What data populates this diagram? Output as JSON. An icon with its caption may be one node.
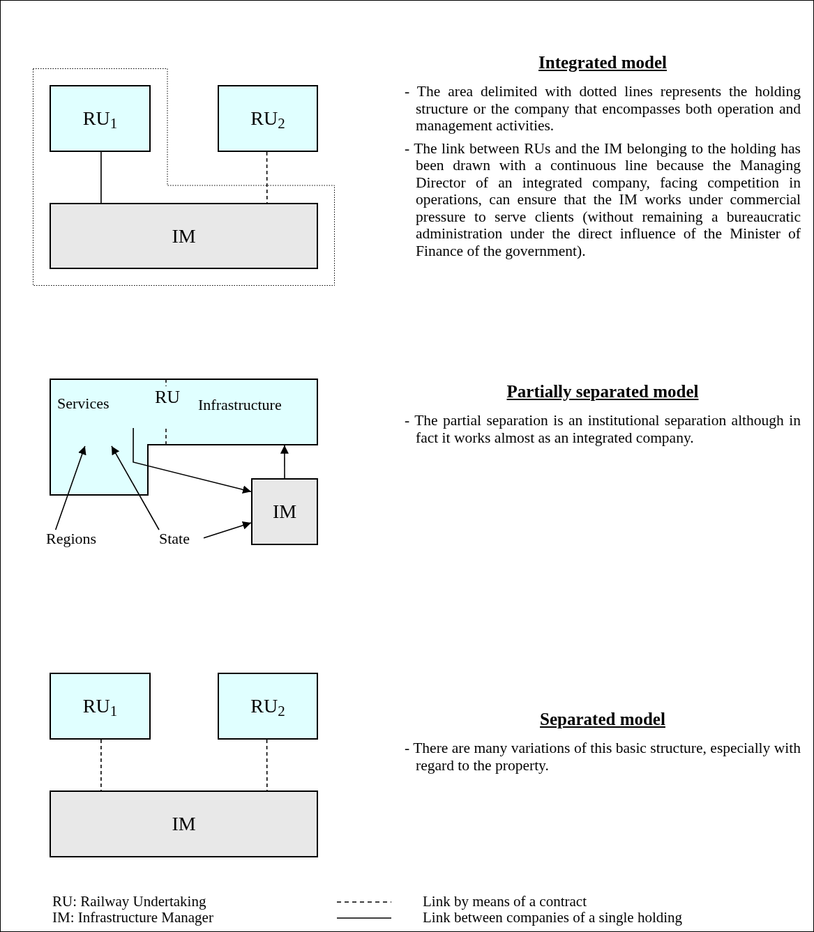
{
  "diagram": {
    "nodes": [
      {
        "text": [],
        "shape": "box"
      },
      {
        "text": [
          "RU$_{1}$"
        ],
        "in": 0
      },
      {
        "text": [
          "RU$_{2}$"
        ]
      },
      {
        "text": [
          "IM"
        ],
        "in": 0
      },
      {
        "text": [
          "Services",
          "RU",
          "Infrastructure"
        ]
      },
      {
        "text": [
          "IM"
        ]
      },
      {
        "text": [
          "Regions"
        ]
      },
      {
        "text": [
          "State"
        ]
      },
      {
        "text": [
          "RU$_{1}$"
        ]
      },
      {
        "text": [
          "RU$_{2}$"
        ]
      },
      {
        "text": [
          "IM"
        ]
      }
    ],
    "edges": [
      {
        "from": 1,
        "to": 3,
        "arrow": "none"
      },
      {
        "from": 2,
        "to": 3,
        "arrow": "none",
        "style": "dashed"
      },
      {
        "from": 6,
        "to": 4,
        "arrow": "to"
      },
      {
        "from": 7,
        "to": 4,
        "arrow": "to"
      },
      {
        "from": 7,
        "to": 5,
        "arrow": "to"
      },
      {
        "from": 4,
        "to": 5,
        "arrow": "to"
      },
      {
        "from": 5,
        "to": 4,
        "arrow": "to"
      },
      {
        "from": 8,
        "to": 10,
        "arrow": "none",
        "style": "dashed"
      },
      {
        "from": 9,
        "to": 10,
        "arrow": "none",
        "style": "dashed"
      }
    ],
    "labels": [
      "Integrated model",
      "- The area delimited with dotted lines represents the holding structure or the company that encompasses both operation and management activities.",
      "- The link between RUs and the IM belonging to the holding has been drawn with a continuous line because the Managing Director of an integrated company, facing competition in operations, can ensure that the IM works under commercial pressure to serve clients (without remaining a bureaucratic administration under the direct influence of the Minister of Finance of the government).",
      "Partially separated model",
      "- The partial separation is an institutional separation although in fact it works almost as an integrated company.",
      "Separated model",
      "- There are many variations of this basic structure, especially with regard to the property.",
      "RU: Railway Undertaking",
      "IM: Infrastructure Manager"
    ],
    "legend": [
      {
        "text": "Link by means of a contract"
      },
      {
        "text": "Link between companies of a single holding"
      }
    ]
  }
}
